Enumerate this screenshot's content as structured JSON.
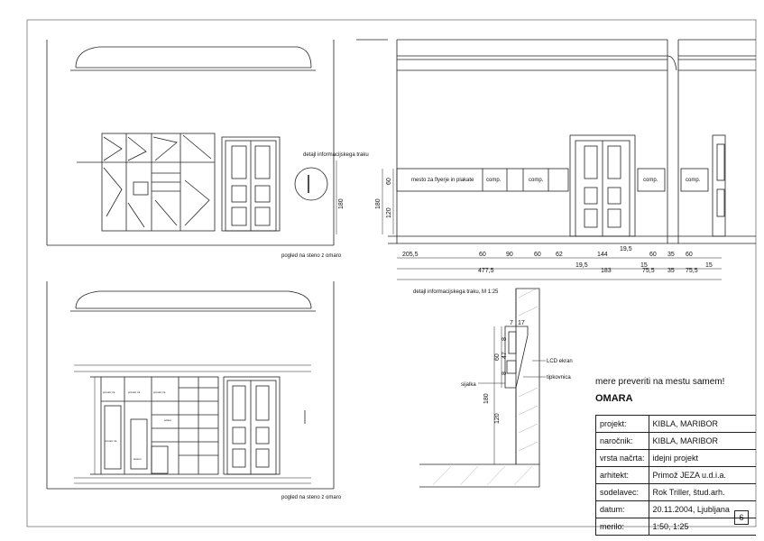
{
  "sheet": {
    "upper_view_caption": "pogled na steno z omaro",
    "lower_view_caption": "pogled na steno z omaro",
    "detail_label_upper": "detajl informacijskega traku",
    "detail_label_lower": "detajl informacijskega traku, M 1:25",
    "check_note": "mere preveriti na mestu samem!",
    "title": "OMARA",
    "page_number": "6"
  },
  "strip": {
    "flyer_label": "mesto za flyerje in plakate",
    "comp_labels": [
      "comp.",
      "comp.",
      "comp.",
      "comp."
    ],
    "height_180": "180",
    "height_60": "60",
    "height_120": "120",
    "height_180_left": "180"
  },
  "dimensions_row1": [
    "205,5",
    "60",
    "90",
    "60",
    "62",
    "144",
    "60",
    "35",
    "60"
  ],
  "dimensions_row2": [
    "19,5",
    "19,5",
    "15",
    "15"
  ],
  "dimensions_row3": [
    "477,5",
    "183",
    "75,5",
    "35",
    "75,5"
  ],
  "detail": {
    "lcd_label": "LCD ekran",
    "keyboard_label": "tipkovnica",
    "light_label": "sijalka",
    "dim_7": "7",
    "dim_17": "17",
    "dim_8a": "8",
    "dim_47": "47",
    "dim_8b": "8",
    "dim_60": "60",
    "dim_180": "180",
    "dim_120": "120"
  },
  "cabinet_labels": {
    "col1_top": "prostor za",
    "col2_top": "prostor za",
    "col3_top": "prostor za",
    "bottom_left": "prostor za",
    "bottom_mid": "sistem",
    "shelf": "polica"
  },
  "title_block": {
    "rows": [
      {
        "key": "projekt:",
        "value": "KIBLA, MARIBOR"
      },
      {
        "key": "naročnik:",
        "value": "KIBLA, MARIBOR"
      },
      {
        "key": "vrsta načrta:",
        "value": "idejni projekt"
      },
      {
        "key": "arhitekt:",
        "value": "Primož JEZA u.d.i.a."
      },
      {
        "key": "sodelavec:",
        "value": "Rok Triller, štud.arh."
      },
      {
        "key": "datum:",
        "value": "20.11.2004, Ljubljana"
      },
      {
        "key": "merilo:",
        "value": "1:50, 1:25"
      }
    ]
  }
}
